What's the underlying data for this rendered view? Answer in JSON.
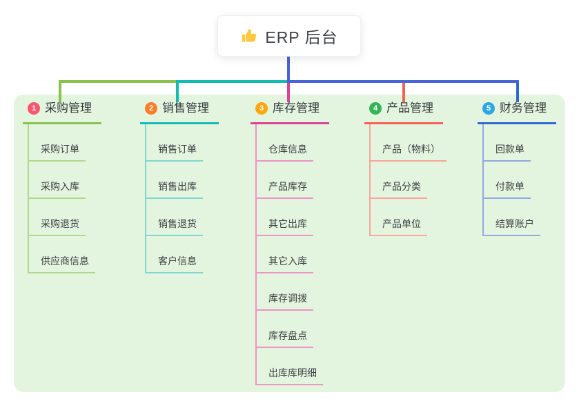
{
  "root": {
    "label": "ERP 后台",
    "icon": "thumbs-up-icon"
  },
  "colors": {
    "canvas_bg": "#ffffff",
    "panel_bg": "#e4f5df",
    "root_connector_blue": "#4a63d6",
    "text_dark": "#3d4044"
  },
  "branches": [
    {
      "index": "1",
      "label": "采购管理",
      "badge_color": "#f7566e",
      "line_color": "#8ac24e",
      "child_line_color": "#afd98a",
      "children": [
        "采购订单",
        "采购入库",
        "采购退货",
        "供应商信息"
      ]
    },
    {
      "index": "2",
      "label": "销售管理",
      "badge_color": "#f97e27",
      "line_color": "#13bbb3",
      "child_line_color": "#7fd6cf",
      "children": [
        "销售订单",
        "销售出库",
        "销售退货",
        "客户信息"
      ]
    },
    {
      "index": "3",
      "label": "库存管理",
      "badge_color": "#fca70d",
      "line_color": "#da4394",
      "child_line_color": "#ee93c4",
      "children": [
        "仓库信息",
        "产品库存",
        "其它出库",
        "其它入库",
        "库存调拨",
        "库存盘点",
        "出库库明细"
      ]
    },
    {
      "index": "4",
      "label": "产品管理",
      "badge_color": "#32b457",
      "line_color": "#f75f54",
      "child_line_color": "#faa49d",
      "children": [
        "产品（物料）",
        "产品分类",
        "产品单位"
      ]
    },
    {
      "index": "5",
      "label": "财务管理",
      "badge_color": "#2aa6e9",
      "line_color": "#2e68d1",
      "child_line_color": "#92a8e0",
      "children": [
        "回款单",
        "付款单",
        "结算账户"
      ]
    }
  ]
}
